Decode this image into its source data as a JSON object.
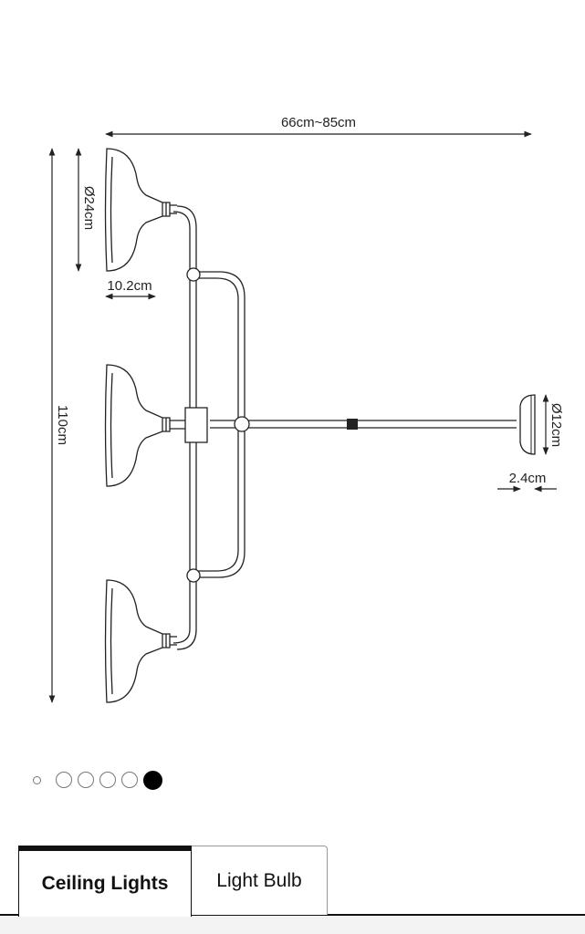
{
  "diagram": {
    "width_label": "66cm~85cm",
    "height_label": "110cm",
    "shade_diameter_label": "Ø24cm",
    "shade_depth_label": "10.2cm",
    "canopy_diameter_label": "Ø12cm",
    "canopy_depth_label": "2.4cm"
  },
  "carousel": {
    "total": 6,
    "active_index": 5
  },
  "tabs": [
    {
      "label": "Ceiling Lights",
      "active": true
    },
    {
      "label": "Light Bulb",
      "active": false
    }
  ]
}
